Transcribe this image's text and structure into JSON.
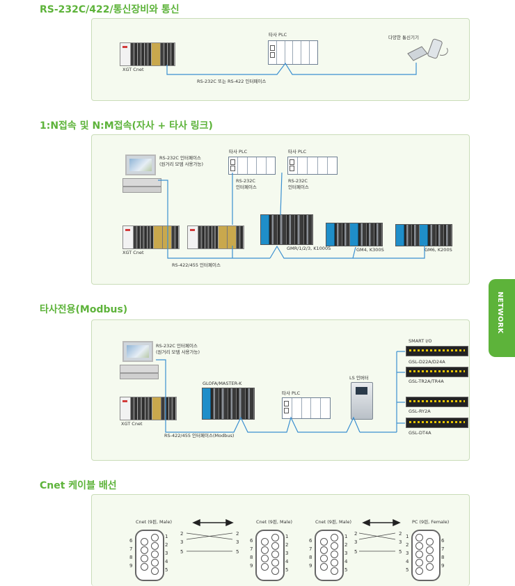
{
  "sections": {
    "s1": {
      "title": "RS-232C/422/통신장비와 통신"
    },
    "s2": {
      "title": "1:N접속 및 N:M접속(자사 + 타사 링크)"
    },
    "s3": {
      "title": "타사전용(Modbus)"
    },
    "s4": {
      "title": "Cnet 케이블 배선"
    }
  },
  "panel1": {
    "xgt": "XGT Cnet",
    "other_plc": "타사 PLC",
    "devices": "다양한 통신기기",
    "link": "RS-232C 또는 RS-422 인터페이스"
  },
  "panel2": {
    "pc_note1": "RS-232C 인터페이스",
    "pc_note2": "(원거리 모뎀 사용가능)",
    "plc_a": "타사 PLC",
    "plc_b": "타사 PLC",
    "rs232a_1": "RS-232C",
    "rs232a_2": "인터페이스",
    "rs232b_1": "RS-232C",
    "rs232b_2": "인터페이스",
    "xgt": "XGT Cnet",
    "bus": "RS-422/455 인터페이스",
    "gmr": "GMR/1/2/3, K1000S",
    "gm4": "GM4, K300S",
    "gm6": "GM6, K200S"
  },
  "panel3": {
    "pc_note1": "RS-232C 인터페이스",
    "pc_note2": "(원거리 모뎀 사용가능)",
    "xgt": "XGT Cnet",
    "glofa": "GLOFA/MASTER-K",
    "other_plc": "타사 PLC",
    "inverter": "LS 인버터",
    "smart": "SMART I/O",
    "m1": "GSL-D22A/D24A",
    "m2": "GSL-TR2A/TR4A",
    "m3": "GSL-RY2A",
    "m4": "GSL-DT4A",
    "bus": "RS-422/455 인터페이스(Modbus)"
  },
  "panel4": {
    "left_a": "Cnet (9핀, Male)",
    "left_b": "Cnet (9핀, Male)",
    "right_a": "Cnet (9핀, Male)",
    "right_b": "PC (9핀, Female)",
    "pins": [
      "1",
      "2",
      "3",
      "4",
      "5",
      "6",
      "7",
      "8",
      "9"
    ],
    "wire": [
      "2",
      "3",
      "5"
    ]
  },
  "side_tab": "NETWORK"
}
